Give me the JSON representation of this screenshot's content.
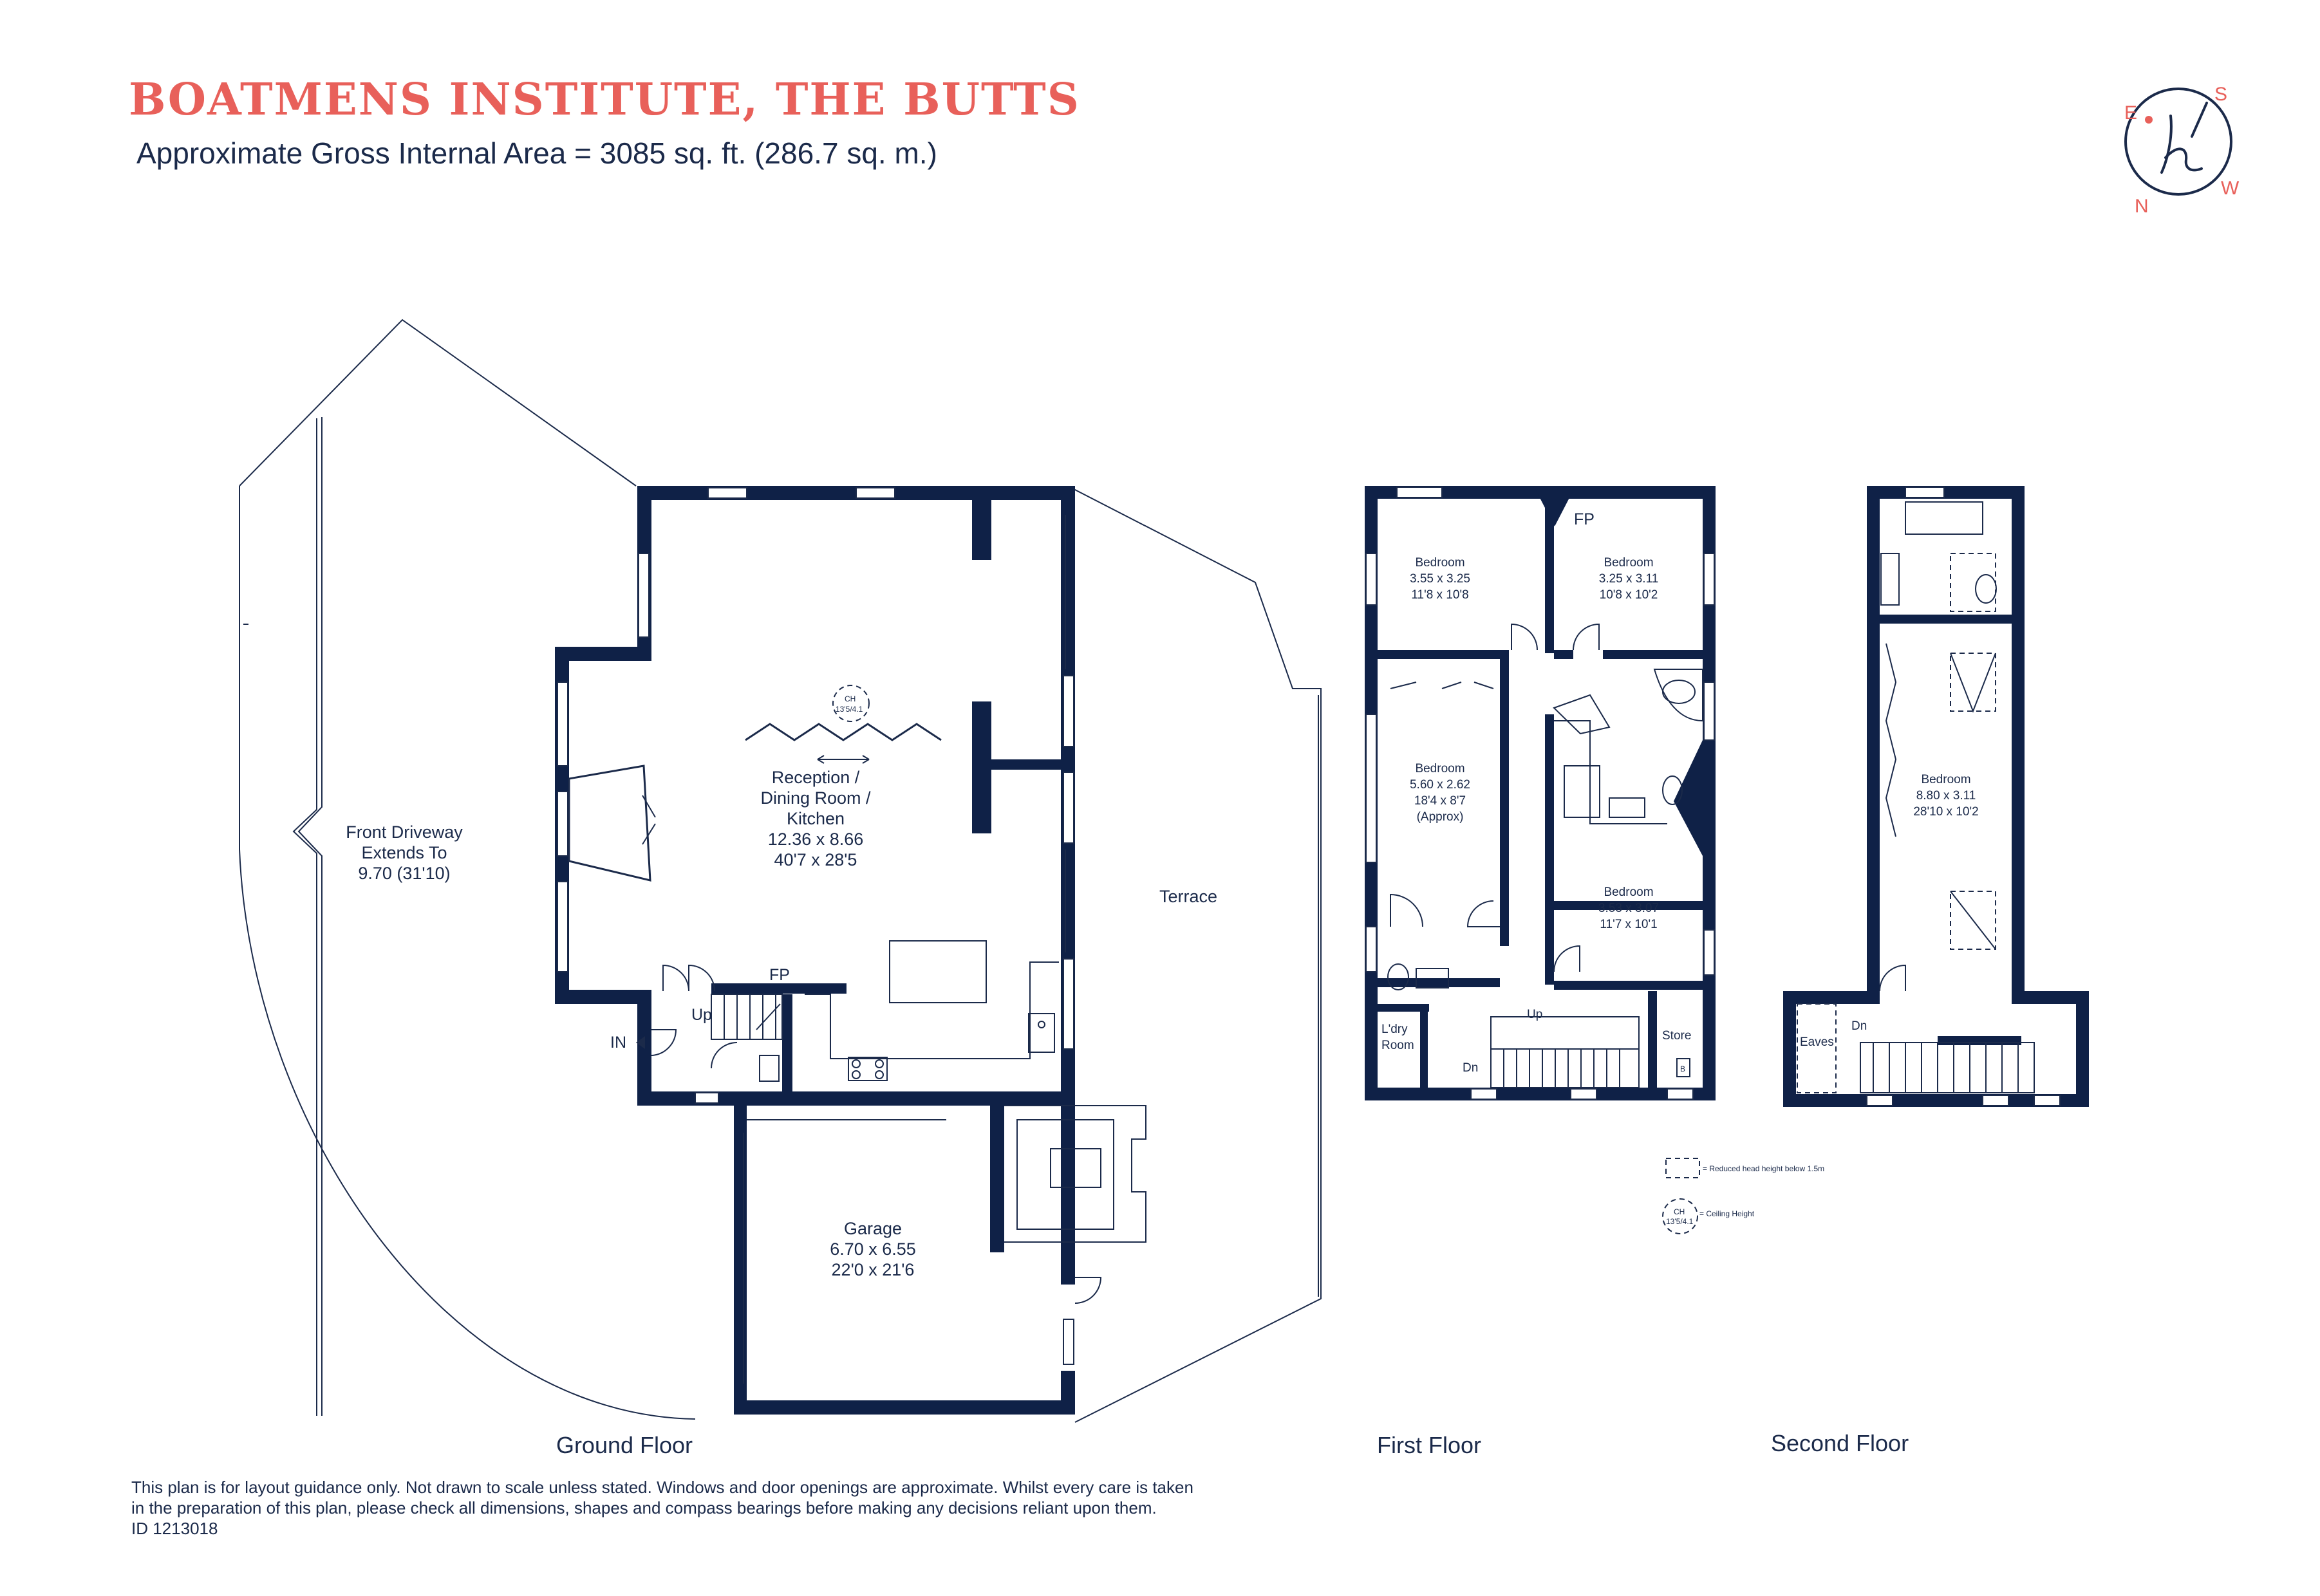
{
  "header": {
    "title": "BOATMENS INSTITUTE, THE BUTTS",
    "subtitle": "Approximate Gross Internal Area  =  3085 sq. ft. (286.7 sq. m.)"
  },
  "compass": {
    "e": "E",
    "s": "S",
    "n": "N",
    "w": "W",
    "logo_icon": "h-monogram-logo"
  },
  "colors": {
    "accent": "#e8605a",
    "wall": "#0f2147",
    "text": "#1b2a4a"
  },
  "ground_floor": {
    "label": "Ground Floor",
    "reception": {
      "name1": "Reception /",
      "name2": "Dining Room /",
      "name3": "Kitchen",
      "metric": "12.36 x 8.66",
      "imperial": "40'7 x 28'5"
    },
    "ceiling_height": {
      "ch": "CH",
      "value": "13'5/4.1"
    },
    "driveway": {
      "line1": "Front Driveway",
      "line2": "Extends To",
      "line3": "9.70 (31'10)"
    },
    "terrace": "Terrace",
    "garage": {
      "name": "Garage",
      "metric": "6.70 x 6.55",
      "imperial": "22'0 x 21'6"
    },
    "fp": "FP",
    "up": "Up",
    "in": "IN"
  },
  "first_floor": {
    "label": "First Floor",
    "fp": "FP",
    "bedroom1": {
      "name": "Bedroom",
      "metric": "3.55 x 3.25",
      "imperial": "11'8 x 10'8"
    },
    "bedroom2": {
      "name": "Bedroom",
      "metric": "3.25 x 3.11",
      "imperial": "10'8 x 10'2"
    },
    "bedroom3": {
      "name": "Bedroom",
      "metric": "5.60 x 2.62",
      "imperial": "18'4 x 8'7",
      "note": "(Approx)"
    },
    "bedroom4": {
      "name": "Bedroom",
      "metric": "3.53 x 3.07",
      "imperial": "11'7 x 10'1"
    },
    "laundry1": "L'dry",
    "laundry2": "Room",
    "dn": "Dn",
    "up": "Up",
    "store": "Store",
    "boiler": "B"
  },
  "second_floor": {
    "label": "Second Floor",
    "bedroom": {
      "name": "Bedroom",
      "metric": "8.80 x 3.11",
      "imperial": "28'10 x 10'2"
    },
    "eaves": "Eaves",
    "dn": "Dn"
  },
  "legend": {
    "reduced": "= Reduced head height below 1.5m",
    "ch": "CH",
    "ch_value": "13'5/4.1",
    "ceiling": "= Ceiling Height"
  },
  "disclaimer": {
    "line1": "This plan is for layout guidance only. Not drawn to scale unless stated. Windows and door openings are approximate. Whilst every care is taken",
    "line2": "in the preparation of this plan, please check all dimensions, shapes and compass bearings before making any decisions reliant upon them.",
    "line3": "ID 1213018"
  }
}
